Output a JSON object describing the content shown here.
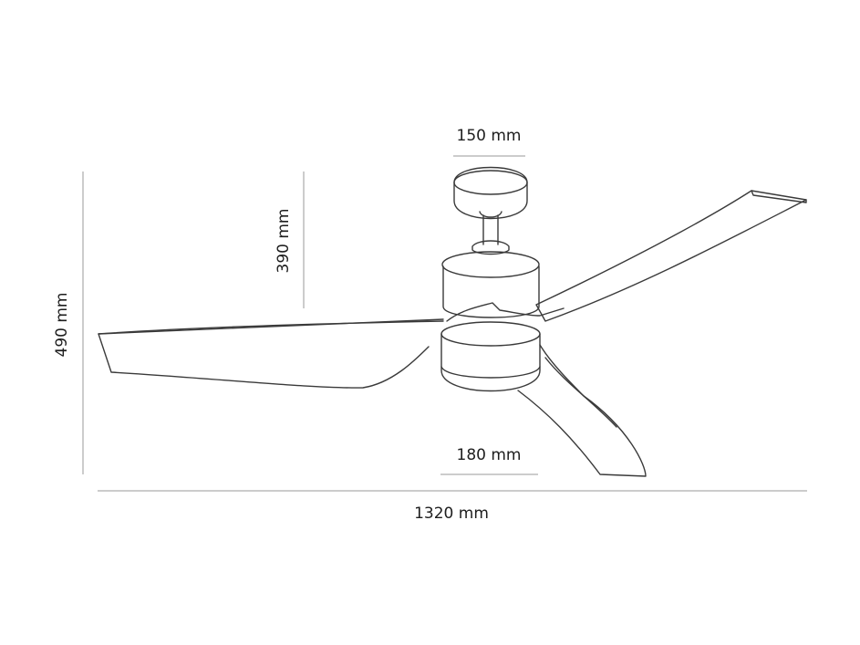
{
  "dimensions": {
    "canopy_width": "150 mm",
    "downrod_height": "390 mm",
    "total_height": "490 mm",
    "light_width": "180 mm",
    "blade_span": "1320 mm"
  }
}
